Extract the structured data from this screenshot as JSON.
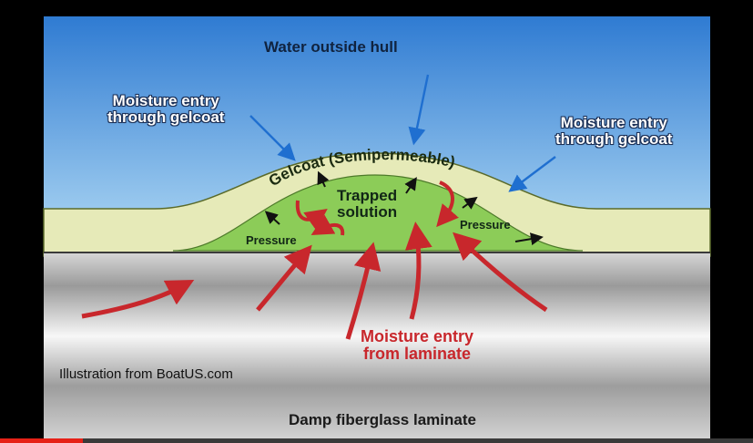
{
  "labels": {
    "water": "Water outside hull",
    "moisture_left": "Moisture entry\nthrough gelcoat",
    "moisture_right": "Moisture entry\nthrough gelcoat",
    "gelcoat": "Gelcoat (Semipermeable)",
    "trapped": "Trapped\nsolution",
    "pressure_left": "Pressure",
    "pressure_right": "Pressure",
    "moisture_laminate": "Moisture entry\nfrom laminate",
    "credit": "Illustration from BoatUS.com",
    "laminate": "Damp fiberglass laminate"
  },
  "colors": {
    "water_top": "#2f7bd2",
    "water_bottom": "#a9d4f2",
    "gelcoat": "#e6eab8",
    "solution": "#8ccc58",
    "red_arrow": "#c8272c",
    "blue_arrow": "#1f6fd0"
  },
  "progress": {
    "played_fraction": 0.11
  }
}
